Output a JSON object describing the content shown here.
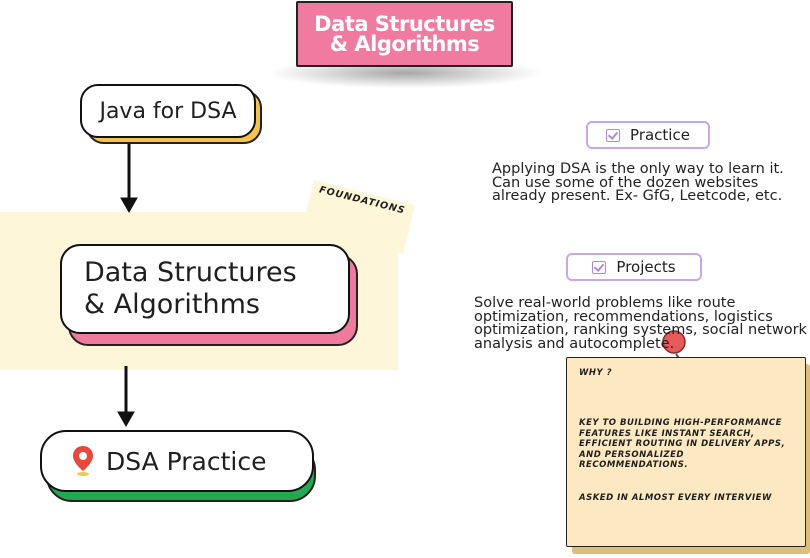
{
  "title": "Data Structures\n& Algorithms",
  "nodes": {
    "java": "Java for DSA",
    "dsa": "Data Structures\n& Algorithms",
    "practice": "DSA Practice"
  },
  "foundations_tag": "FOUNDATIONS",
  "sections": {
    "practice": {
      "label": "Practice",
      "text": "Applying DSA is the only way to learn it. Can use some of the dozen websites already present. Ex- GfG, Leetcode, etc."
    },
    "projects": {
      "label": "Projects",
      "lines": [
        "Solve real-world problems like route",
        "optimization, recommendations, logistics",
        "optimization, ranking systems, social network",
        "analysis and autocomplete."
      ]
    }
  },
  "note": {
    "heading": "WHY ?",
    "body": "KEY TO BUILDING HIGH-PERFORMANCE\nFEATURES LIKE INSTANT SEARCH,\nEFFICIENT ROUTING IN DELIVERY APPS,\nAND PERSONALIZED\nRECOMMENDATIONS.",
    "footer": "ASKED IN ALMOST EVERY INTERVIEW"
  },
  "colors": {
    "title_bg": "#f07aa0",
    "java_shadow": "#f6c34a",
    "dsa_shadow": "#ee7a9e",
    "practice_shadow": "#22a84f",
    "foundation_bg": "#fdf6d8",
    "note_bg": "#fde9c1",
    "tag_border": "#c7a8e6",
    "pin": "#e85a5a"
  },
  "icons": [
    "location-pin-icon",
    "checkbox-icon",
    "push-pin-icon"
  ]
}
